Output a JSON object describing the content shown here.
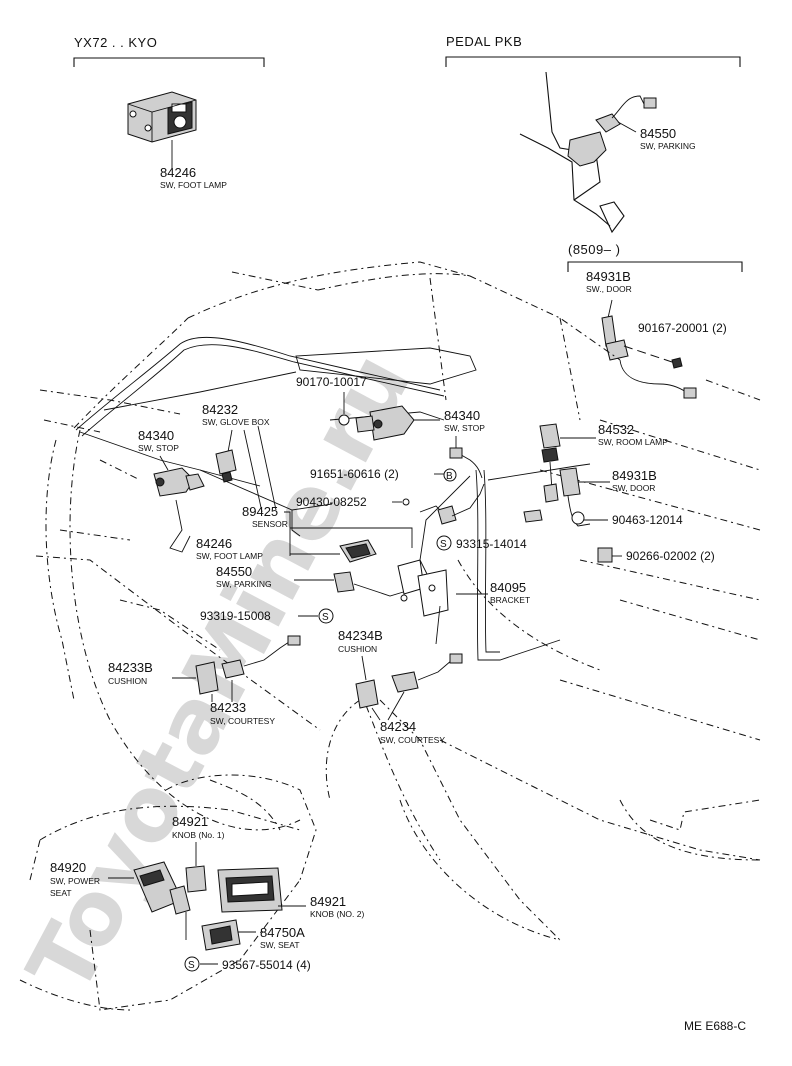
{
  "watermark": "ToyotaMine.ru",
  "footer_code": "ME  E688-C",
  "groups": {
    "yx72": "YX72 . . KYO",
    "pedal": "PEDAL PKB",
    "date_range": "(8509–        )"
  },
  "screw_symbol": "S",
  "parts": {
    "p84246_top": {
      "num": "84246",
      "desc": "SW, FOOT LAMP"
    },
    "p84550_top": {
      "num": "84550",
      "desc": "SW, PARKING"
    },
    "p84931b_top": {
      "num": "84931B",
      "desc": "SW., DOOR"
    },
    "p90167": {
      "num": "90167-20001 (2)"
    },
    "p90170": {
      "num": "90170-10017"
    },
    "p84232": {
      "num": "84232",
      "desc": "SW, GLOVE BOX"
    },
    "p84340_left": {
      "num": "84340",
      "desc": "SW, STOP"
    },
    "p84340_right": {
      "num": "84340",
      "desc": "SW, STOP"
    },
    "p84532": {
      "num": "84532",
      "desc": "SW, ROOM LAMP"
    },
    "p91651": {
      "num": "91651-60616 (2)"
    },
    "p84931b_mid": {
      "num": "84931B",
      "desc": "SW, DOOR"
    },
    "p90430": {
      "num": "90430-08252"
    },
    "p89425": {
      "num": "89425",
      "desc": "SENSOR"
    },
    "p90463": {
      "num": "90463-12014"
    },
    "p84246_mid": {
      "num": "84246",
      "desc": "SW, FOOT LAMP"
    },
    "p93315": {
      "num": "93315-14014"
    },
    "p90266": {
      "num": "90266-02002 (2)"
    },
    "p84550_mid": {
      "num": "84550",
      "desc": "SW, PARKING"
    },
    "p84095": {
      "num": "84095",
      "desc": "BRACKET"
    },
    "p93319": {
      "num": "93319-15008"
    },
    "p84234b": {
      "num": "84234B",
      "desc": "CUSHION"
    },
    "p84233b": {
      "num": "84233B",
      "desc": "CUSHION"
    },
    "p84233": {
      "num": "84233",
      "desc": "SW, COURTESY"
    },
    "p84234": {
      "num": "84234",
      "desc": "SW, COURTESY"
    },
    "p84921_1": {
      "num": "84921",
      "desc": "KNOB (No. 1)"
    },
    "p84920": {
      "num": "84920",
      "desc": "SW, POWER",
      "desc2": "SEAT"
    },
    "p84921_2": {
      "num": "84921",
      "desc": "KNOB (NO. 2)"
    },
    "p84750a": {
      "num": "84750A",
      "desc": "SW, SEAT"
    },
    "p93567": {
      "num": "93567-55014 (4)"
    }
  }
}
